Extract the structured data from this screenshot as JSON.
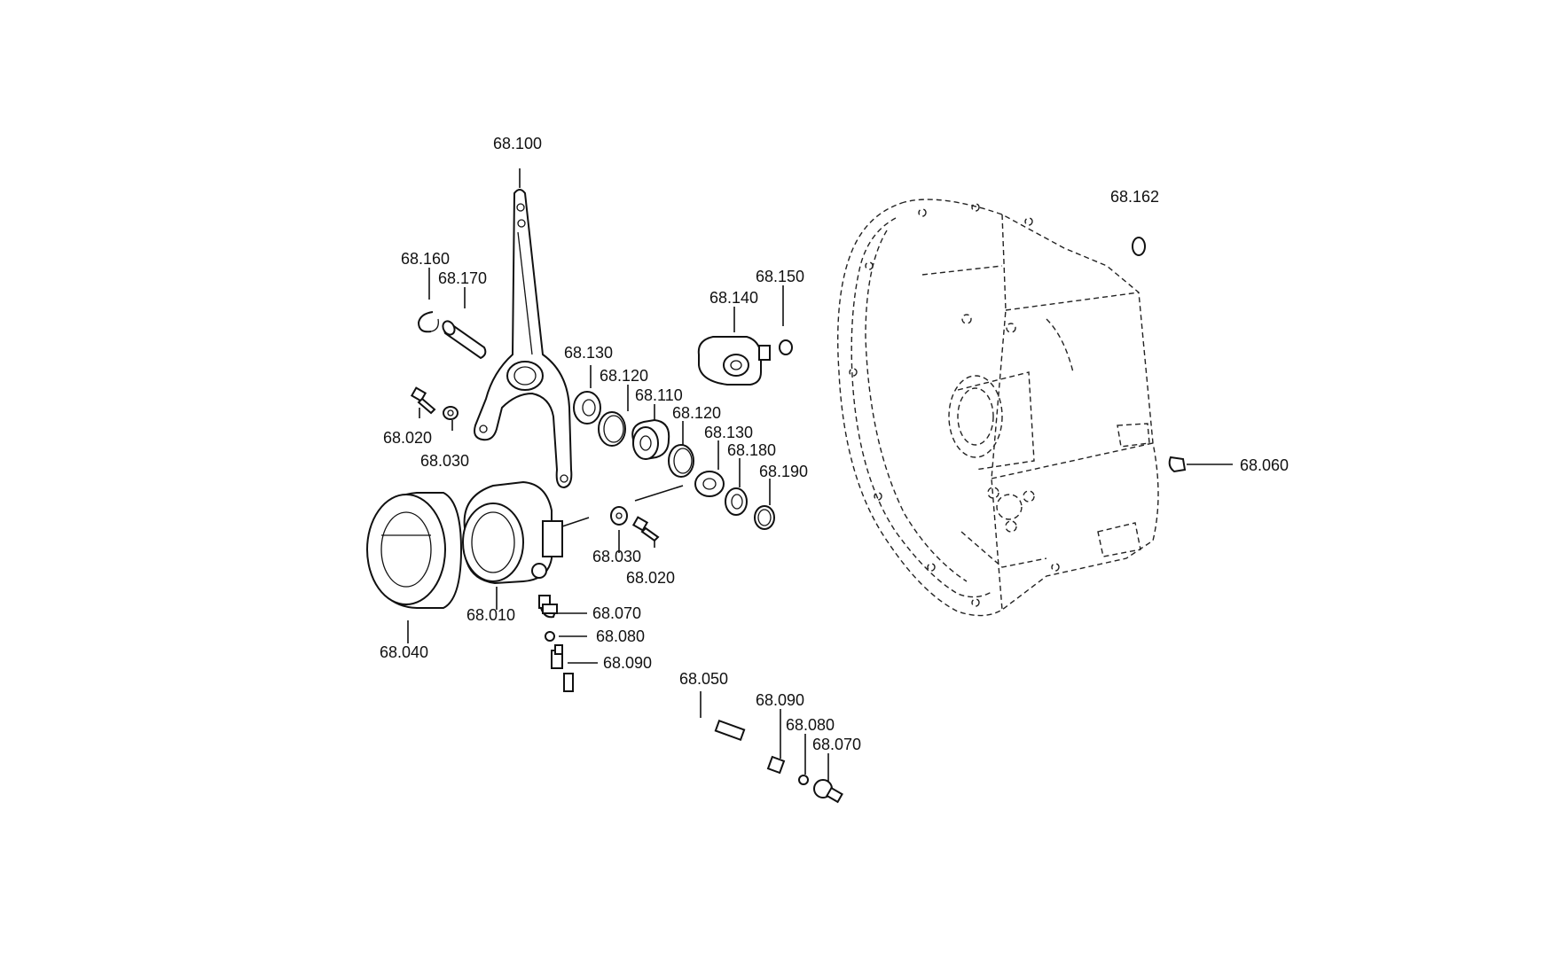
{
  "labels": {
    "p68_100": "68.100",
    "p68_160": "68.160",
    "p68_170": "68.170",
    "p68_020a": "68.020",
    "p68_030a": "68.030",
    "p68_130a": "68.130",
    "p68_120a": "68.120",
    "p68_110": "68.110",
    "p68_120b": "68.120",
    "p68_130b": "68.130",
    "p68_180": "68.180",
    "p68_190": "68.190",
    "p68_140": "68.140",
    "p68_150": "68.150",
    "p68_030b": "68.030",
    "p68_020b": "68.020",
    "p68_010": "68.010",
    "p68_040": "68.040",
    "p68_070a": "68.070",
    "p68_080a": "68.080",
    "p68_090a": "68.090",
    "p68_050": "68.050",
    "p68_090b": "68.090",
    "p68_080b": "68.080",
    "p68_070b": "68.070",
    "p68_162": "68.162",
    "p68_060": "68.060"
  }
}
